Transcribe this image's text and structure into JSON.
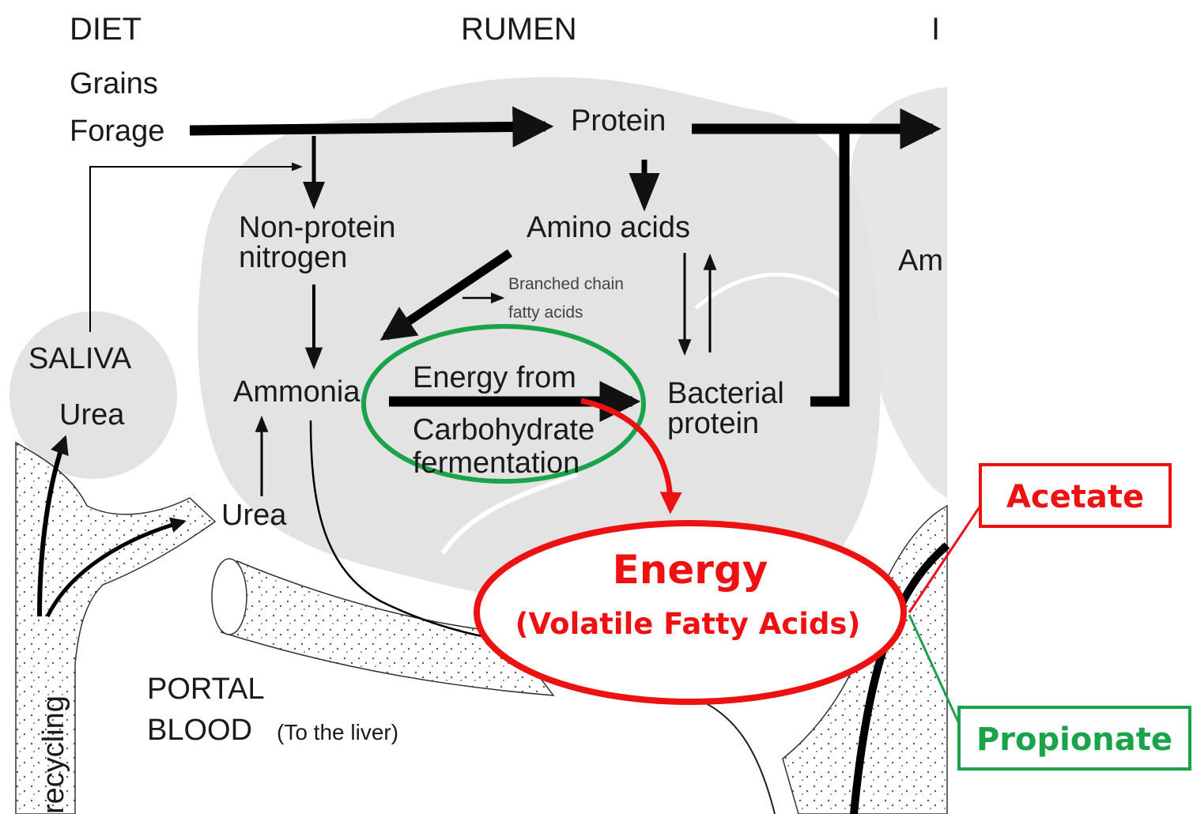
{
  "headers": {
    "diet": "DIET",
    "rumen": "RUMEN",
    "intestine_partial": "I"
  },
  "labels": {
    "grains": "Grains",
    "forage": "Forage",
    "protein": "Protein",
    "non_protein_line1": "Non-protein",
    "non_protein_line2": "nitrogen",
    "amino_acids": "Amino acids",
    "amino_partial": "Am",
    "branched_line1": "Branched chain",
    "branched_line2": "fatty acids",
    "saliva": "SALIVA",
    "saliva_urea": "Urea",
    "ammonia": "Ammonia",
    "energy_line1": "Energy from",
    "energy_line2": "Carbohydrate",
    "energy_line3": "fermentation",
    "bacterial_line1": "Bacterial",
    "bacterial_line2": "protein",
    "urea": "Urea",
    "portal_line1": "PORTAL",
    "portal_line2": "BLOOD",
    "portal_note": "(To the liver)",
    "recycling": "recycling"
  },
  "callouts": {
    "energy_title": "Energy",
    "energy_subtitle": "(Volatile Fatty Acids)",
    "acetate": "Acetate",
    "propionate": "Propionate"
  },
  "colors": {
    "highlight_red": "#ee1111",
    "highlight_green": "#1aa34a",
    "rumen_fill": "#e3e3e3",
    "ink": "#111111"
  }
}
